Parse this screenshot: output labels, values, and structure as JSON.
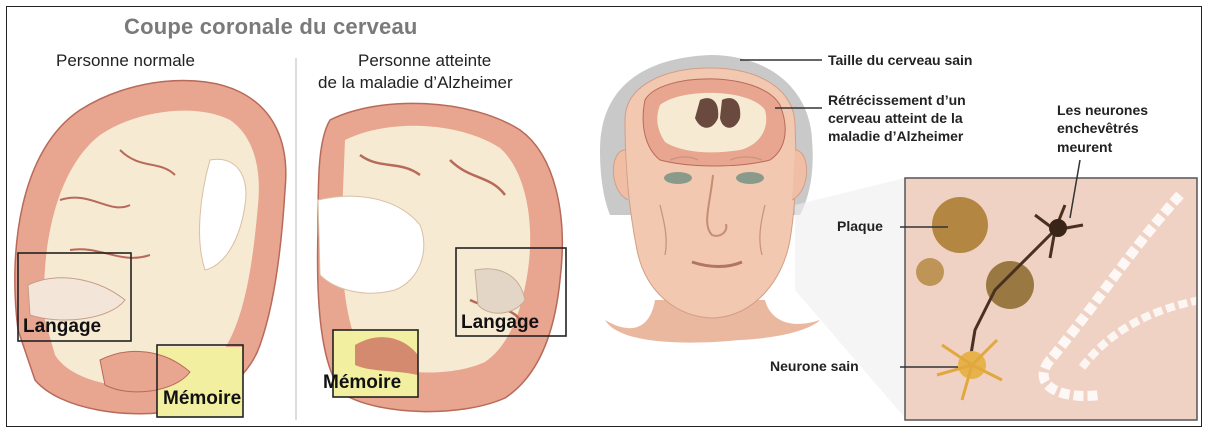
{
  "figure": {
    "title": "Coupe coronale du cerveau",
    "left_panel": {
      "heading": "Personne normale",
      "regions": {
        "language": "Langage",
        "memory": "Mémoire"
      }
    },
    "middle_panel": {
      "heading_line1": "Personne atteinte",
      "heading_line2": "de la maladie d’Alzheimer",
      "regions": {
        "language": "Langage",
        "memory": "Mémoire"
      }
    },
    "right_panel": {
      "callouts": {
        "healthy_size": "Taille du cerveau sain",
        "shrinkage_line1": "Rétrécissement d’un",
        "shrinkage_line2": "cerveau atteint de la",
        "shrinkage_line3": "maladie d’Alzheimer",
        "tangled_line1": "Les neurones",
        "tangled_line2": "enchevêtrés",
        "tangled_line3": "meurent",
        "plaque": "Plaque",
        "healthy_neuron": "Neurone sain"
      }
    }
  },
  "colors": {
    "cortex": "#e8a58f",
    "white_matter": "#f6ead2",
    "memory_fill": "#f3efa0",
    "skin": "#f2c8b0",
    "hair": "#c9c9c9",
    "tissue_bg": "#f0d2c4",
    "plaque": "#a87a2a"
  }
}
